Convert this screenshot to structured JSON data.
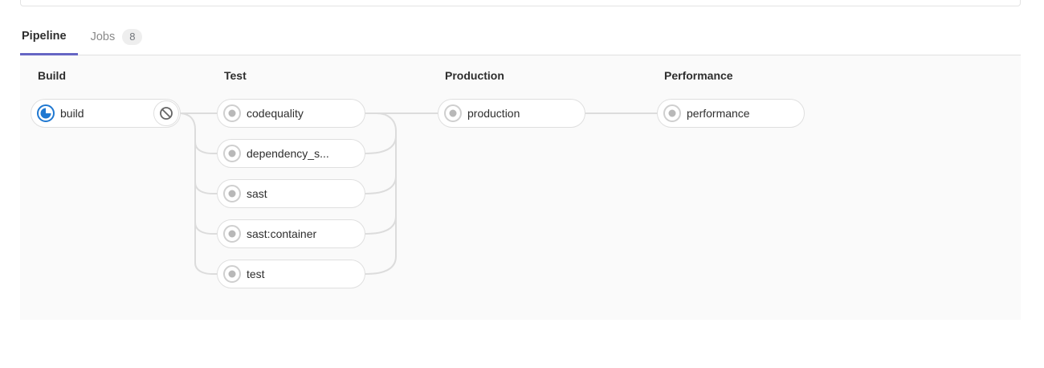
{
  "tabs": {
    "pipeline_label": "Pipeline",
    "jobs_label": "Jobs",
    "jobs_count": "8"
  },
  "stages": [
    {
      "name": "Build",
      "jobs": [
        {
          "label": "build",
          "status": "running",
          "action": "cancel"
        }
      ]
    },
    {
      "name": "Test",
      "jobs": [
        {
          "label": "codequality",
          "status": "created"
        },
        {
          "label": "dependency_s...",
          "status": "created"
        },
        {
          "label": "sast",
          "status": "created"
        },
        {
          "label": "sast:container",
          "status": "created"
        },
        {
          "label": "test",
          "status": "created"
        }
      ]
    },
    {
      "name": "Production",
      "jobs": [
        {
          "label": "production",
          "status": "created"
        }
      ]
    },
    {
      "name": "Performance",
      "jobs": [
        {
          "label": "performance",
          "status": "created"
        }
      ]
    }
  ],
  "icons": {
    "running": "running-status-icon",
    "created": "created-status-icon",
    "cancel": "ban-icon"
  },
  "colors": {
    "active_tab_underline": "#6666c4",
    "running_blue": "#1f78d1",
    "created_gray": "#b8b8b8",
    "connector": "#dcdcdc",
    "graph_background": "#fafafa"
  }
}
